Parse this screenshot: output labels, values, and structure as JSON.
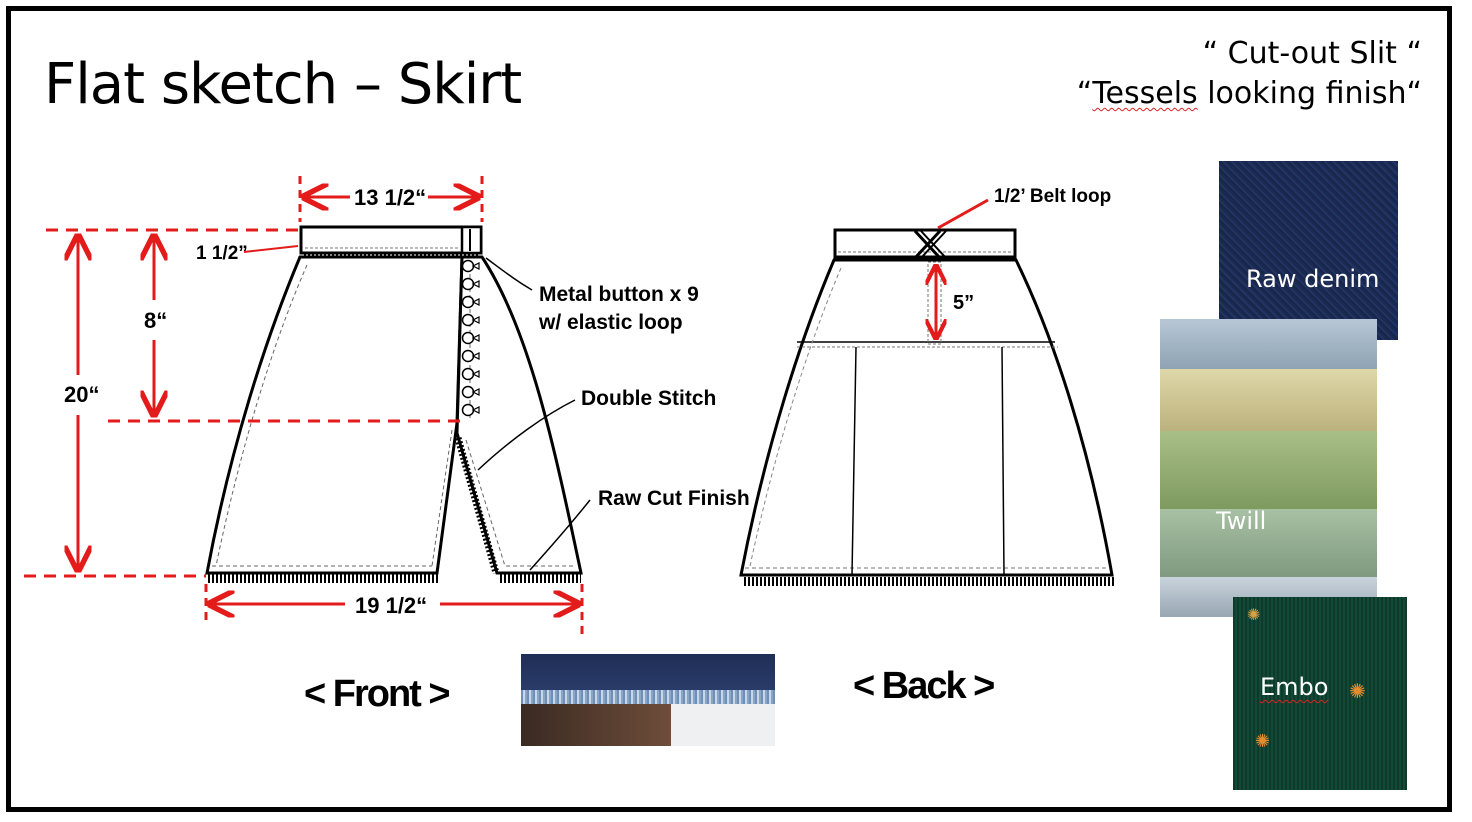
{
  "title": "Flat sketch – Skirt",
  "notes": {
    "line1": "“ Cut-out Slit “",
    "line2_open": "“",
    "line2_word": "Tessels",
    "line2_rest": " looking finish“"
  },
  "front": {
    "caption": "< Front >",
    "dims": {
      "waist": "13 1/2“",
      "waistband": "1 1/2”",
      "upper_length": "8“",
      "total_length": "20“",
      "hem": "19 1/2“"
    },
    "callouts": {
      "buttons_line1": "Metal button x 9",
      "buttons_line2": "w/ elastic loop",
      "double_stitch": "Double Stitch",
      "raw_cut": "Raw Cut Finish"
    }
  },
  "back": {
    "caption": "< Back >",
    "belt_loop": "1/2’ Belt loop",
    "yoke_depth": "5”"
  },
  "fabrics": [
    {
      "label": "Raw denim",
      "color": "#1c2a4e"
    },
    {
      "label": "Twill",
      "color": "#a7b98e"
    },
    {
      "label": "Embo",
      "color": "#0f3d2e"
    }
  ],
  "colors": {
    "dimension": "#e31b1b",
    "outline": "#000000"
  }
}
